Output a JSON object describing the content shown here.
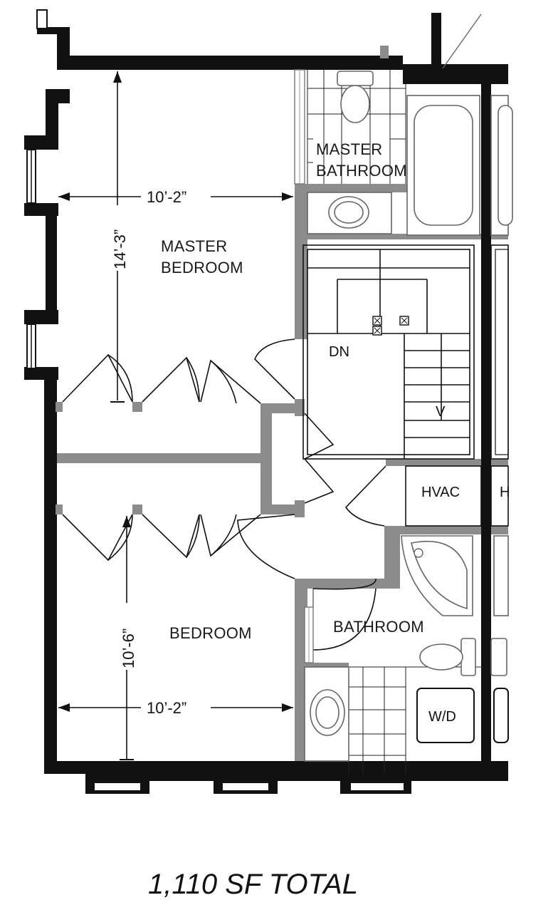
{
  "rooms": {
    "master_bedroom": [
      "MASTER",
      "BEDROOM"
    ],
    "master_bathroom": [
      "MASTER",
      "BATHROOM"
    ],
    "bedroom": "BEDROOM",
    "bathroom": "BATHROOM",
    "hvac": "HVAC",
    "hvac_partial": "H",
    "washer_dryer": "W/D",
    "stair_down": "DN",
    "stair_arrow": "V"
  },
  "dimensions": {
    "master_width": "10’-2”",
    "master_depth": "14’-3”",
    "bedroom_width": "10’-2”",
    "bedroom_depth": "10’-6”"
  },
  "total": "1,110 SF TOTAL",
  "colors": {
    "wall": "#111111",
    "partition": "#8c8c8c",
    "fixture": "#666666"
  }
}
